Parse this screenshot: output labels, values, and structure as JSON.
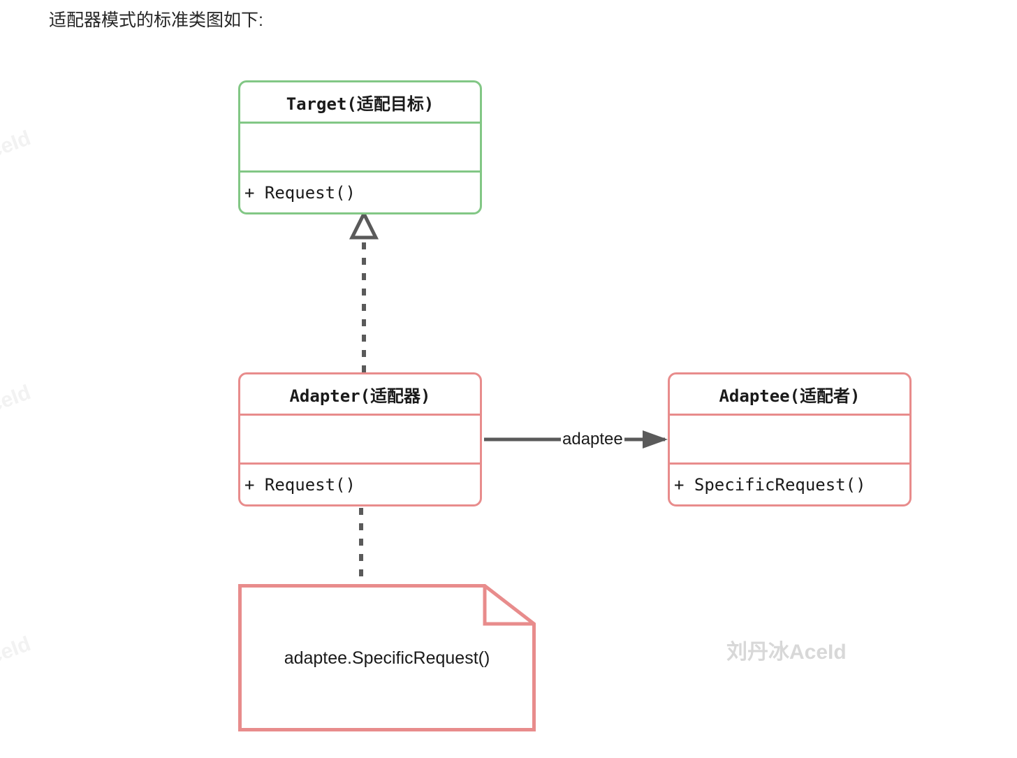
{
  "page": {
    "title": "适配器模式的标准类图如下:",
    "background_color": "#ffffff"
  },
  "colors": {
    "target_border": "#82c785",
    "adapter_border": "#e88c8c",
    "adaptee_border": "#e88c8c",
    "note_border": "#e88c8c",
    "connector": "#5a5a5a",
    "text": "#1a1a1a",
    "watermark_center": "#d8d8d8",
    "watermark_side": "#f2f2f2"
  },
  "diagram": {
    "type": "uml-class-diagram",
    "classes": [
      {
        "id": "target",
        "name": "Target(适配目标)",
        "attributes": [],
        "operations": [
          "+ Request()"
        ],
        "border_color": "#82c785"
      },
      {
        "id": "adapter",
        "name": "Adapter(适配器)",
        "attributes": [],
        "operations": [
          "+ Request()"
        ],
        "border_color": "#e88c8c"
      },
      {
        "id": "adaptee",
        "name": "Adaptee(适配者)",
        "attributes": [],
        "operations": [
          "+ SpecificRequest()"
        ],
        "border_color": "#e88c8c"
      }
    ],
    "note": {
      "id": "note-adapter-body",
      "text": "adaptee.SpecificRequest()",
      "border_color": "#e88c8c"
    },
    "relationships": [
      {
        "id": "realization",
        "from": "adapter",
        "to": "target",
        "kind": "realization",
        "line": "dashed",
        "arrowhead": "hollow-triangle",
        "label": ""
      },
      {
        "id": "association",
        "from": "adapter",
        "to": "adaptee",
        "kind": "association",
        "line": "solid",
        "arrowhead": "open-arrow",
        "label": "adaptee"
      },
      {
        "id": "note-link",
        "from": "adapter",
        "to": "note-adapter-body",
        "kind": "note-anchor",
        "line": "dashed",
        "arrowhead": "none",
        "label": ""
      }
    ]
  },
  "watermarks": {
    "center": "刘丹冰AceId",
    "side": [
      "AceId",
      "AceId",
      "AceId"
    ]
  }
}
